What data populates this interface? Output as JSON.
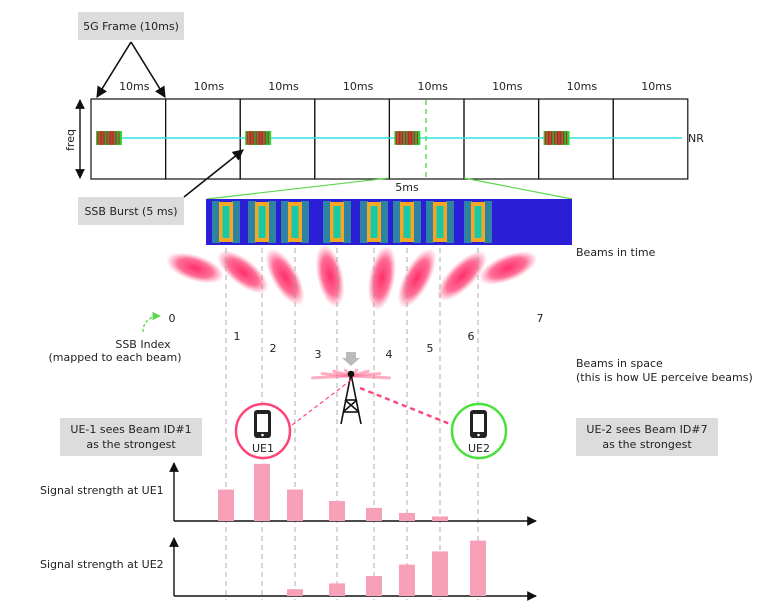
{
  "frame_label": "5G Frame (10ms)",
  "frame_durations": [
    "10ms",
    "10ms",
    "10ms",
    "10ms",
    "10ms",
    "10ms",
    "10ms",
    "10ms"
  ],
  "ssb_frames": [
    0,
    2,
    4,
    6
  ],
  "nr_label": "NR",
  "freq_label": "freq",
  "burst_label": "SSB Burst (5 ms)",
  "burst_duration": "5ms",
  "beams_in_time_label": "Beams in time",
  "ssb_index_label": [
    "SSB Index",
    "(mapped to each beam)"
  ],
  "beam_indices": [
    "0",
    "1",
    "2",
    "3",
    "4",
    "5",
    "6",
    "7"
  ],
  "beams_in_space_label": [
    "Beams in space",
    "(this is how UE perceive beams)"
  ],
  "ue1_note": [
    "UE-1 sees Beam ID#1",
    "as the strongest"
  ],
  "ue2_note": [
    "UE-2 sees Beam ID#7",
    "as the strongest"
  ],
  "ue1_label": "UE1",
  "ue2_label": "UE2",
  "signal_ue1_label": "Signal strength at UE1",
  "signal_ue2_label": "Signal strength at UE2",
  "colors": {
    "burst_bg": "#2a1fd6",
    "ssb_block": "#f5a623",
    "ssb_inner": "#18c9a8",
    "beam": "#ff2d6a",
    "bar": "#f7a1b8",
    "nr_line": "#33e0e0",
    "ue1_ring": "#ff4477",
    "ue2_ring": "#4ce03c",
    "note_box": "#dcdcdc"
  },
  "chart_data": [
    {
      "type": "bar",
      "title": "",
      "categories": [
        "0",
        "1",
        "2",
        "3",
        "4",
        "5",
        "6",
        "7"
      ],
      "series": [
        {
          "name": "Signal strength at UE1",
          "values": [
            0.55,
            1.0,
            0.55,
            0.35,
            0.23,
            0.14,
            0.08,
            0
          ]
        }
      ],
      "ylim": [
        0,
        1.05
      ],
      "grid": false
    },
    {
      "type": "bar",
      "title": "",
      "categories": [
        "0",
        "1",
        "2",
        "3",
        "4",
        "5",
        "6",
        "7"
      ],
      "series": [
        {
          "name": "Signal strength at UE2",
          "values": [
            0,
            0,
            0.12,
            0.22,
            0.35,
            0.55,
            0.78,
            0.97
          ]
        }
      ],
      "ylim": [
        0,
        1.05
      ],
      "grid": false
    }
  ]
}
